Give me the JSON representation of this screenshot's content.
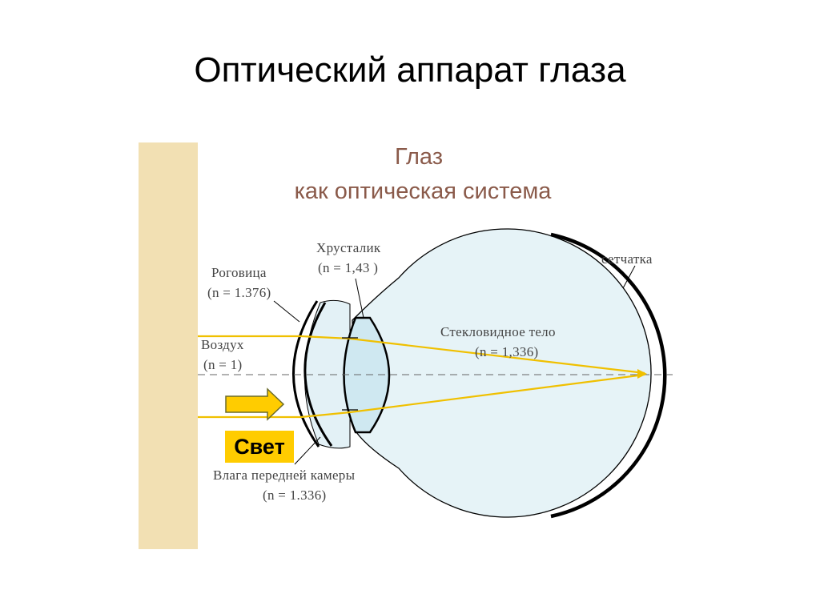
{
  "slide": {
    "title": "Оптический аппарат глаза"
  },
  "diagram": {
    "heading_line1": "Глаз",
    "heading_line2": "как оптическая система",
    "labels": {
      "lens_name": "Хрусталик",
      "lens_index": "(n = 1,43  )",
      "cornea_name": "Роговица",
      "cornea_index": "(n = 1.376)",
      "vitreous_name": "Стекловидное тело",
      "vitreous_index": "(n = 1,336)",
      "retina_name": "сетчатка",
      "air_name": "Воздух",
      "air_index": "(n = 1)",
      "aqueous_name": "Влага передней камеры",
      "aqueous_index": "(n = 1.336)",
      "light": "Свет"
    },
    "colors": {
      "heading": "#8a5a4a",
      "eye_fill": "#e6f3f7",
      "lens_fill": "#cfe8f1",
      "outline": "#000000",
      "rays": "#f0c000",
      "light_arrow": "#ffcc00",
      "light_box": "#ffcc00",
      "wall": "#f2e0b3"
    },
    "icons": {
      "light_arrow": "right-arrow-icon"
    }
  }
}
